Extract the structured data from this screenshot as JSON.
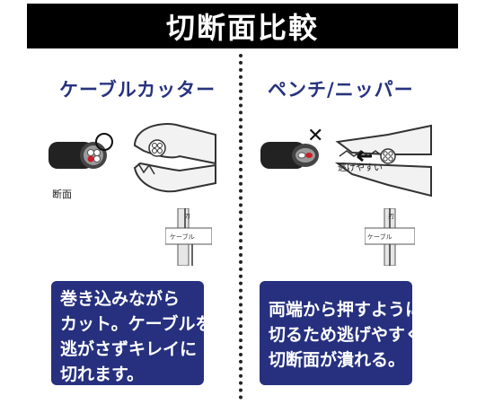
{
  "banner": {
    "title": "切断面比較"
  },
  "left": {
    "title": "ケーブルカッター",
    "section_label": "断面",
    "cable_label": "ケーブル",
    "blade_label": "刃",
    "note_lines": [
      "巻き込みながら",
      "カット。ケーブルを",
      "逃がさずキレイに",
      "切れます。"
    ]
  },
  "right": {
    "title": "ペンチ/ニッパー",
    "escape_label": "逃げやすい",
    "cable_label": "ケーブル",
    "blade_label": "刃",
    "note_lines": [
      "両端から押すように",
      "切るため逃げやすく",
      "切断面が潰れる。"
    ]
  },
  "colors": {
    "banner": "#000000",
    "accent": "#27337d",
    "note_bg": "#26307e",
    "cable_red": "#c8202a"
  },
  "icons": {
    "good": "circle-mark-icon",
    "bad": "cross-mark-icon"
  }
}
